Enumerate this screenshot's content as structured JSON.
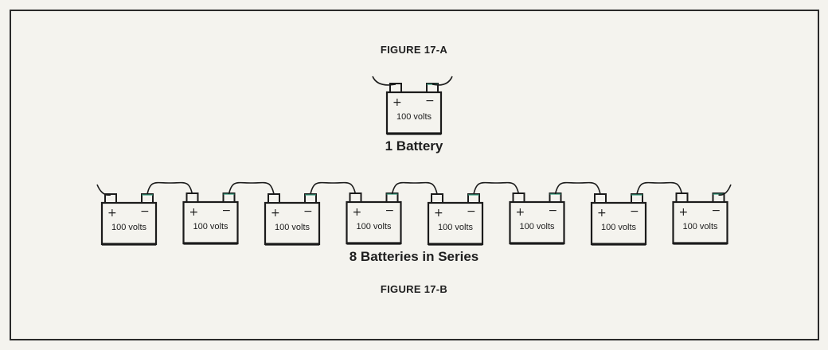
{
  "figure_a": {
    "title": "FIGURE 17-A",
    "battery_label": "100 volts",
    "caption": "1 Battery",
    "plus": "+",
    "minus": "−"
  },
  "figure_b": {
    "title": "FIGURE 17-B",
    "caption": "8 Batteries in Series",
    "batteries": [
      {
        "label": "100 volts"
      },
      {
        "label": "100 volts"
      },
      {
        "label": "100 volts"
      },
      {
        "label": "100 volts"
      },
      {
        "label": "100 volts"
      },
      {
        "label": "100 volts"
      },
      {
        "label": "100 volts"
      },
      {
        "label": "100 volts"
      }
    ],
    "plus": "+",
    "minus": "−"
  },
  "colors": {
    "terminal_accent": "#2f9a7a",
    "ink": "#1b1b1b"
  }
}
